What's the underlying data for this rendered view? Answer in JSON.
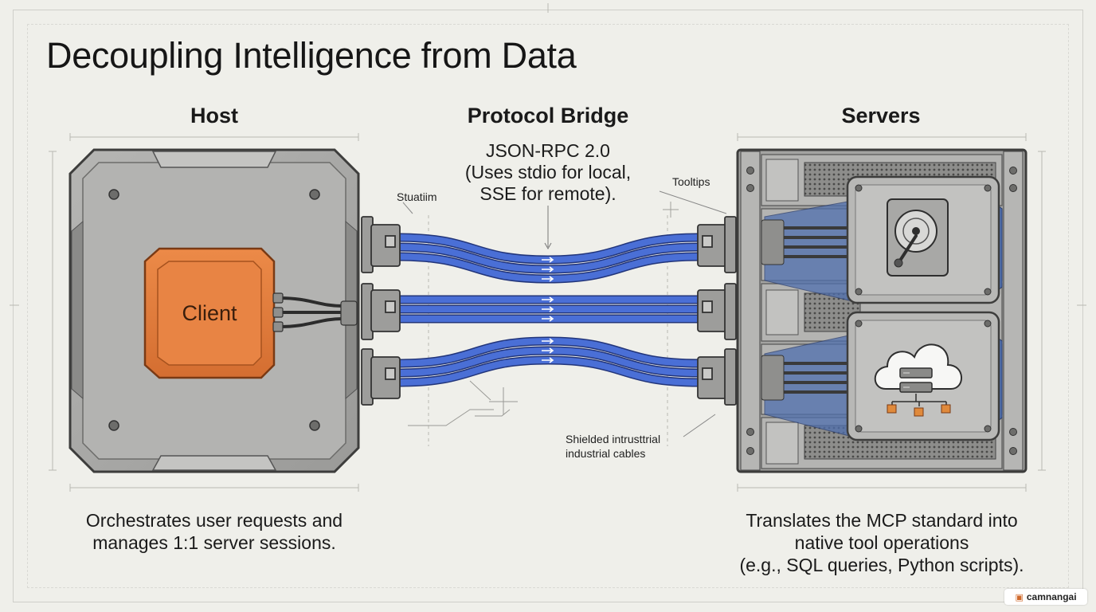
{
  "title": "Decoupling Intelligence from Data",
  "sections": {
    "host": {
      "heading": "Host",
      "client_label": "Client",
      "caption": [
        "Orchestrates user requests and",
        "manages 1:1 server sessions."
      ]
    },
    "bridge": {
      "heading": "Protocol Bridge",
      "protocol_lines": [
        "JSON-RPC 2.0",
        "(Uses stdio for local,",
        "SSE for remote)."
      ],
      "annotation_left": "Stuatiim",
      "annotation_right": "Tooltips",
      "annotation_bottom": [
        "Shielded intrusttrial",
        "industrial cables"
      ]
    },
    "servers": {
      "heading": "Servers",
      "caption": [
        "Translates the MCP standard into",
        "native tool operations",
        "(e.g., SQL queries, Python scripts)."
      ]
    }
  },
  "icons": [
    "hard-drive-icon",
    "cloud-database-icon",
    "arrow-right-icon"
  ],
  "colors": {
    "client_orange": "#e07b3c",
    "cable_blue": "#3f63c9",
    "host_gray": "#a9a9a7",
    "server_gray": "#9f9f9d"
  },
  "watermark": "camnangai"
}
